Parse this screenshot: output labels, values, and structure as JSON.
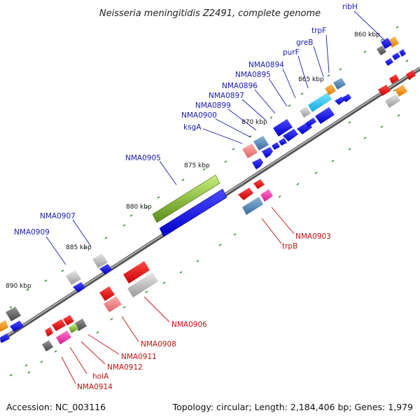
{
  "title": "Neisseria meningitidis Z2491, complete genome",
  "footer": {
    "accession": "Accession: NC_003116",
    "topology": "Topology: circular; Length: 2,184,406 bp; Genes: 1,979"
  },
  "ticks": [
    "860 kbp",
    "865 kbp",
    "870 kbp",
    "875 kbp",
    "880 kbp",
    "885 kbp",
    "890 kbp"
  ],
  "forward_genes": [
    "ribH",
    "trpF",
    "greB",
    "purF",
    "NMA0894",
    "NMA0895",
    "NMA0896",
    "NMA0897",
    "NMA0899",
    "NMA0900",
    "ksgA",
    "NMA0905",
    "NMA0907",
    "NMA0909"
  ],
  "reverse_genes": [
    "NMA0903",
    "trpB",
    "NMA0906",
    "NMA0908",
    "NMA0911",
    "NMA0912",
    "holA",
    "NMA0914"
  ],
  "colors": {
    "forward_label": "#1a1ab0",
    "reverse_label": "#c41010",
    "backbone": "#7a7a7a",
    "tick_mark": "#2e8b2e",
    "blue_gene": "#1010e0",
    "red_gene": "#ee1010",
    "green_gene": "#7ab030"
  }
}
